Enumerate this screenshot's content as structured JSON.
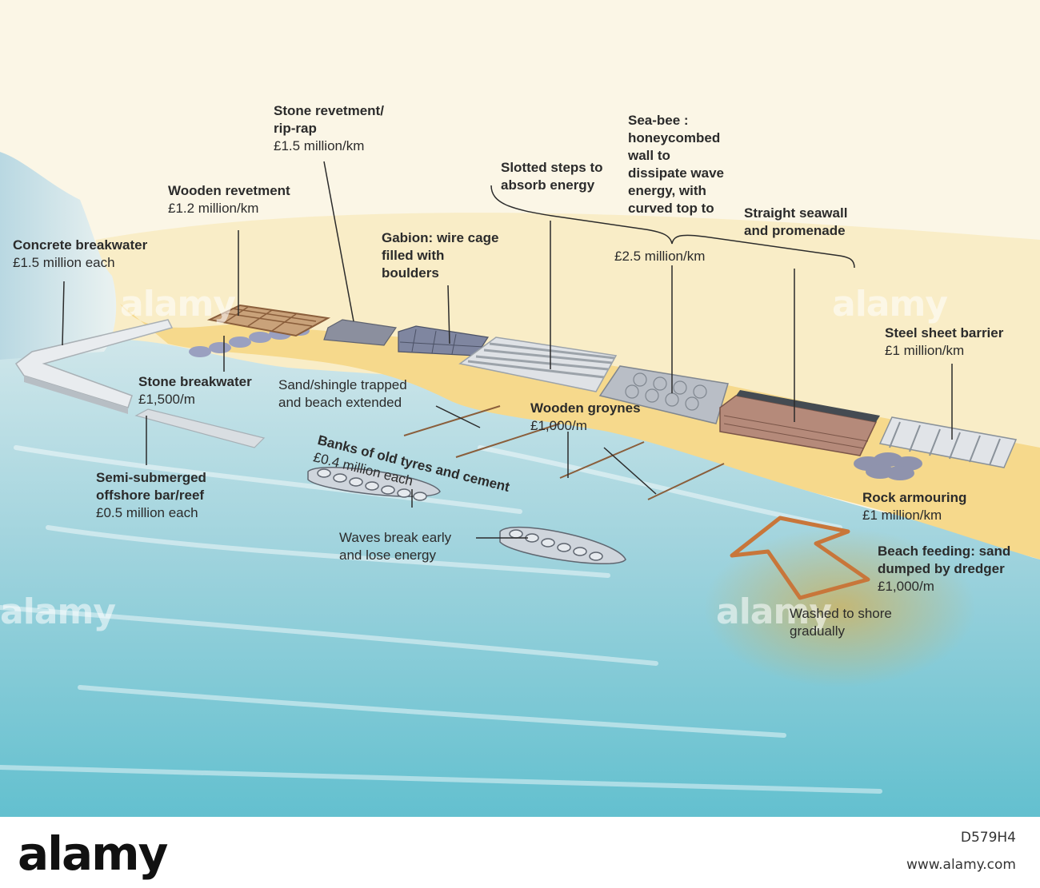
{
  "labels": {
    "concrete_breakwater": {
      "title": "Concrete breakwater",
      "cost": "£1.5 million each"
    },
    "wooden_revetment": {
      "title": "Wooden revetment",
      "cost": "£1.2 million/km"
    },
    "stone_revetment": {
      "title": "Stone revetment/\nrip-rap",
      "cost": "£1.5 million/km"
    },
    "gabion": {
      "title": "Gabion: wire cage\nfilled with\nboulders",
      "cost": ""
    },
    "slotted_steps": {
      "title": "Slotted steps to\nabsorb energy",
      "cost": ""
    },
    "sea_bee": {
      "title": "Sea-bee :\nhoneycombed\nwall to\ndissipate wave\nenergy, with\ncurved top to",
      "cost": ""
    },
    "straight_seawall": {
      "title": "Straight seawall\nand promenade",
      "cost": ""
    },
    "group_cost": {
      "title": "",
      "cost": "£2.5 million/km"
    },
    "steel_sheet": {
      "title": "Steel sheet barrier",
      "cost": "£1 million/km"
    },
    "stone_breakwater": {
      "title": "Stone breakwater",
      "cost": "£1,500/m"
    },
    "sand_trapped": {
      "title": "",
      "cost": "Sand/shingle trapped\nand beach extended"
    },
    "wooden_groynes": {
      "title": "Wooden groynes",
      "cost": "£1,000/m"
    },
    "semi_submerged": {
      "title": "Semi-submerged\noffshore bar/reef",
      "cost": "£0.5 million each"
    },
    "tyres": {
      "title": "Banks of old tyres and cement",
      "cost": "£0.4 million each"
    },
    "waves_break": {
      "title": "",
      "cost": "Waves break early\nand lose energy"
    },
    "rock_armouring": {
      "title": "Rock armouring",
      "cost": "£1 million/km"
    },
    "beach_feeding": {
      "title": "Beach feeding: sand\ndumped by dredger",
      "cost": "£1,000/m"
    },
    "washed": {
      "title": "",
      "cost": "Washed to shore\ngradually"
    }
  },
  "watermark": "alamy",
  "footer": {
    "logo": "alamy",
    "image_id": "D579H4",
    "url": "www.alamy.com"
  },
  "colors": {
    "sea_light": "#b9dfe8",
    "sea_deep": "#63c0cf",
    "sand": "#f6d98c",
    "sky": "#fbf6e6",
    "arrow": "#c8763a"
  }
}
